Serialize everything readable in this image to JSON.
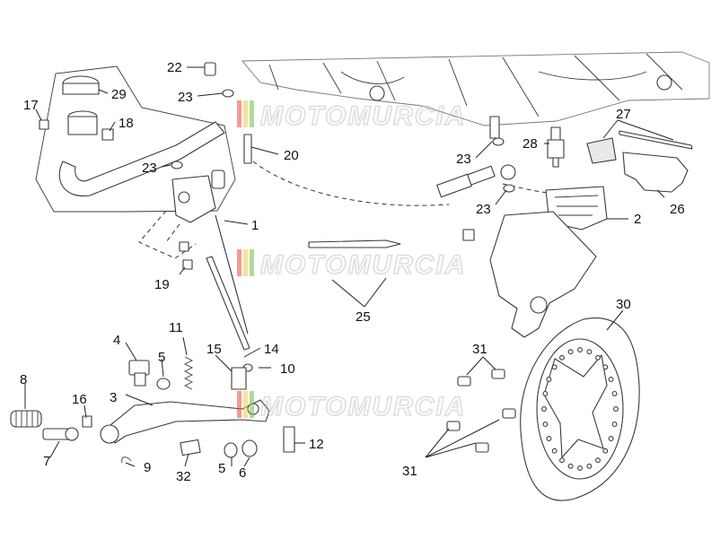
{
  "diagram": {
    "colors": {
      "line": "#3a3a3a",
      "watermark_outline": "#b4b4b4",
      "watermark_stripes": [
        "#e94b3c",
        "#f2c94c",
        "#6fbf4a"
      ]
    },
    "watermark": {
      "text": "MOTOMURCIA",
      "repeats": 3
    },
    "callouts": [
      "1",
      "2",
      "3",
      "4",
      "5",
      "5",
      "6",
      "7",
      "8",
      "9",
      "10",
      "11",
      "12",
      "14",
      "15",
      "16",
      "17",
      "18",
      "19",
      "20",
      "22",
      "23",
      "23",
      "23",
      "23",
      "25",
      "26",
      "27",
      "28",
      "29",
      "30",
      "31",
      "31",
      "32"
    ]
  }
}
